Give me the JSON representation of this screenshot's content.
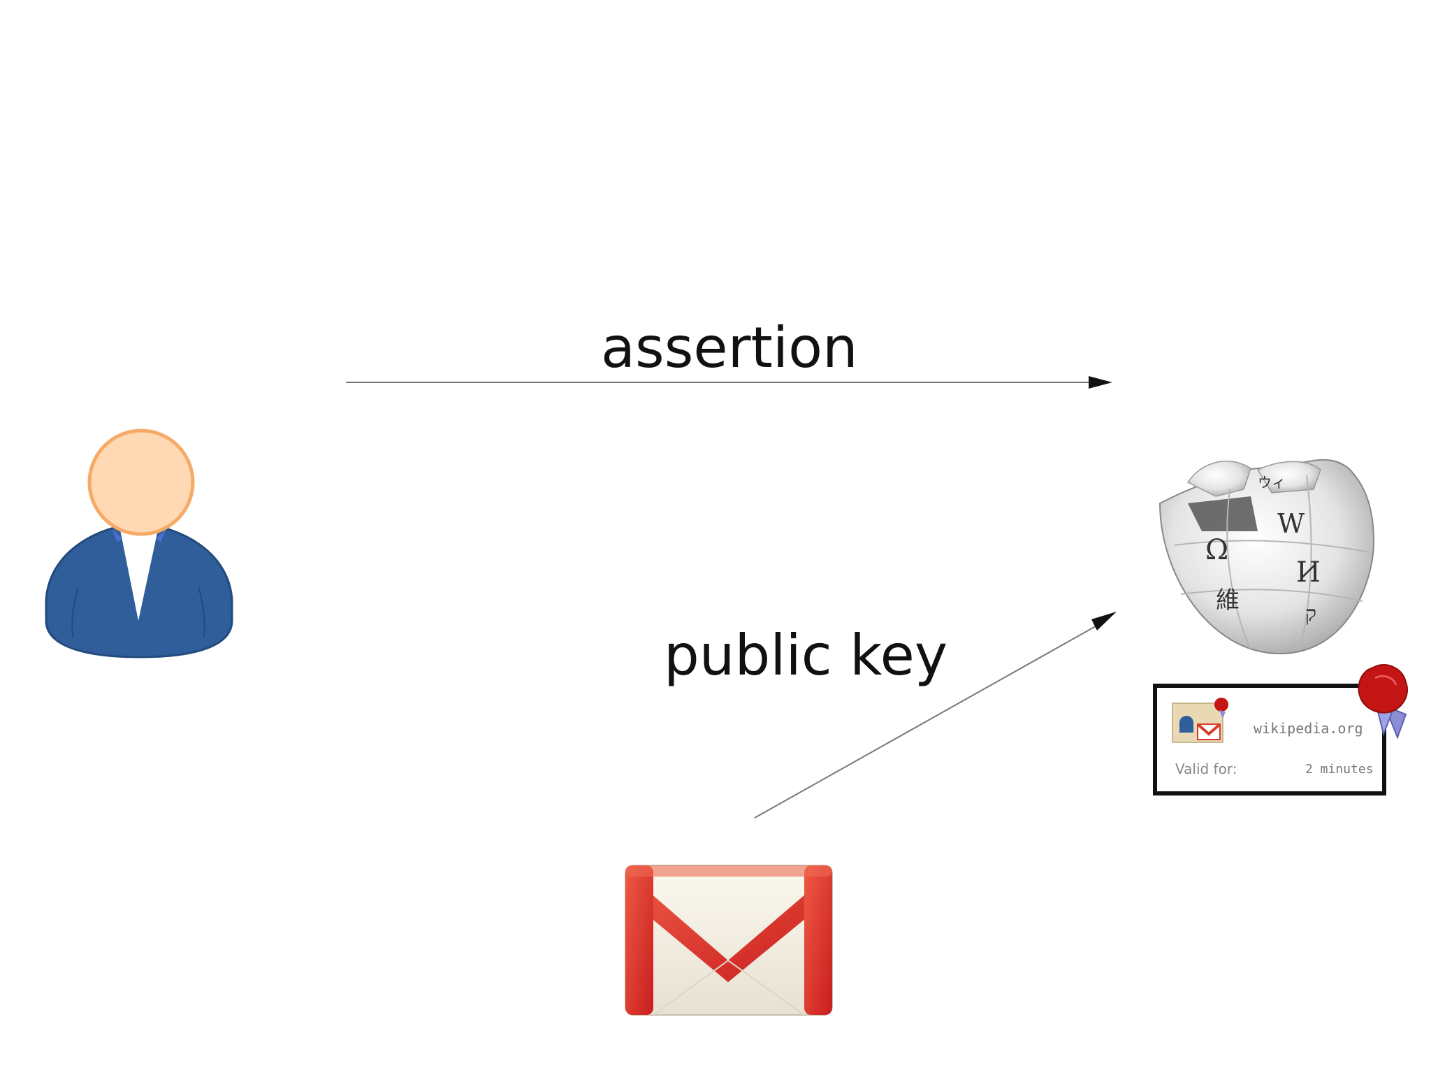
{
  "labels": {
    "assertion": "assertion",
    "public_key": "public key"
  },
  "certificate": {
    "domain": "wikipedia.org",
    "valid_for_label": "Valid for:",
    "valid_for_value": "2 minutes"
  },
  "icons": {
    "user": "user-icon",
    "globe": "wikipedia-globe-icon",
    "mail": "gmail-icon",
    "seal": "wax-seal-icon"
  },
  "colors": {
    "suit": "#2f5e9a",
    "face": "#ffd8b4",
    "face_outline": "#f7aa66",
    "gmail_red": "#d93b2b",
    "seal_red": "#c41414"
  }
}
